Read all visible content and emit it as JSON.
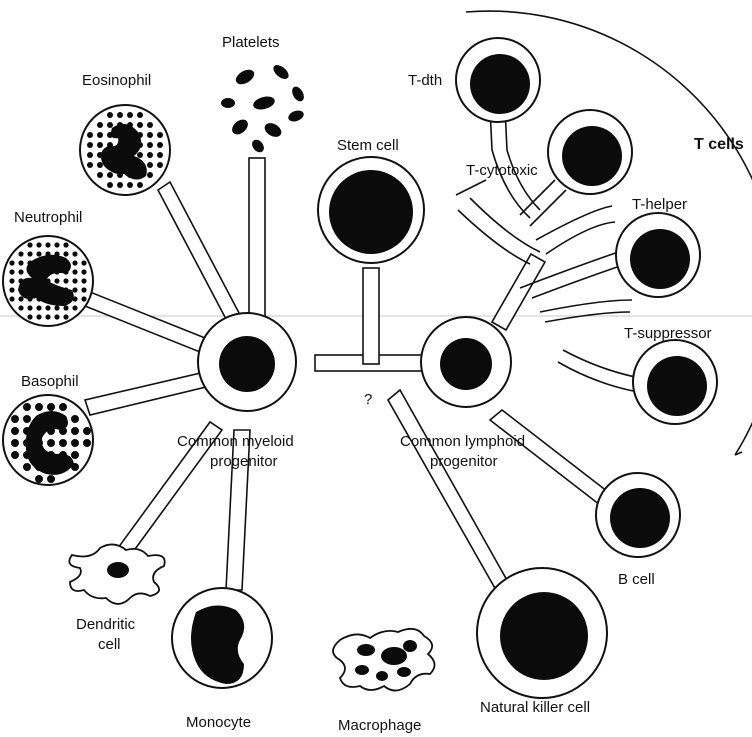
{
  "diagram": {
    "labels": {
      "platelets": "Platelets",
      "eosinophil": "Eosinophil",
      "neutrophil": "Neutrophil",
      "basophil": "Basophil",
      "stem_cell": "Stem cell",
      "myeloid_line1": "Common myeloid",
      "myeloid_line2": "progenitor",
      "lymphoid_line1": "Common lymphoid",
      "lymphoid_line2": "progenitor",
      "unknown_lineage": "?",
      "dendritic_line1": "Dendritic",
      "dendritic_line2": "cell",
      "monocyte": "Monocyte",
      "macrophage": "Macrophage",
      "natural_killer": "Natural killer cell",
      "b_cell": "B cell",
      "t_dth": "T-dth",
      "t_cytotoxic": "T-cytotoxic",
      "t_helper": "T-helper",
      "t_suppressor": "T-suppressor",
      "t_cells": "T cells"
    }
  }
}
